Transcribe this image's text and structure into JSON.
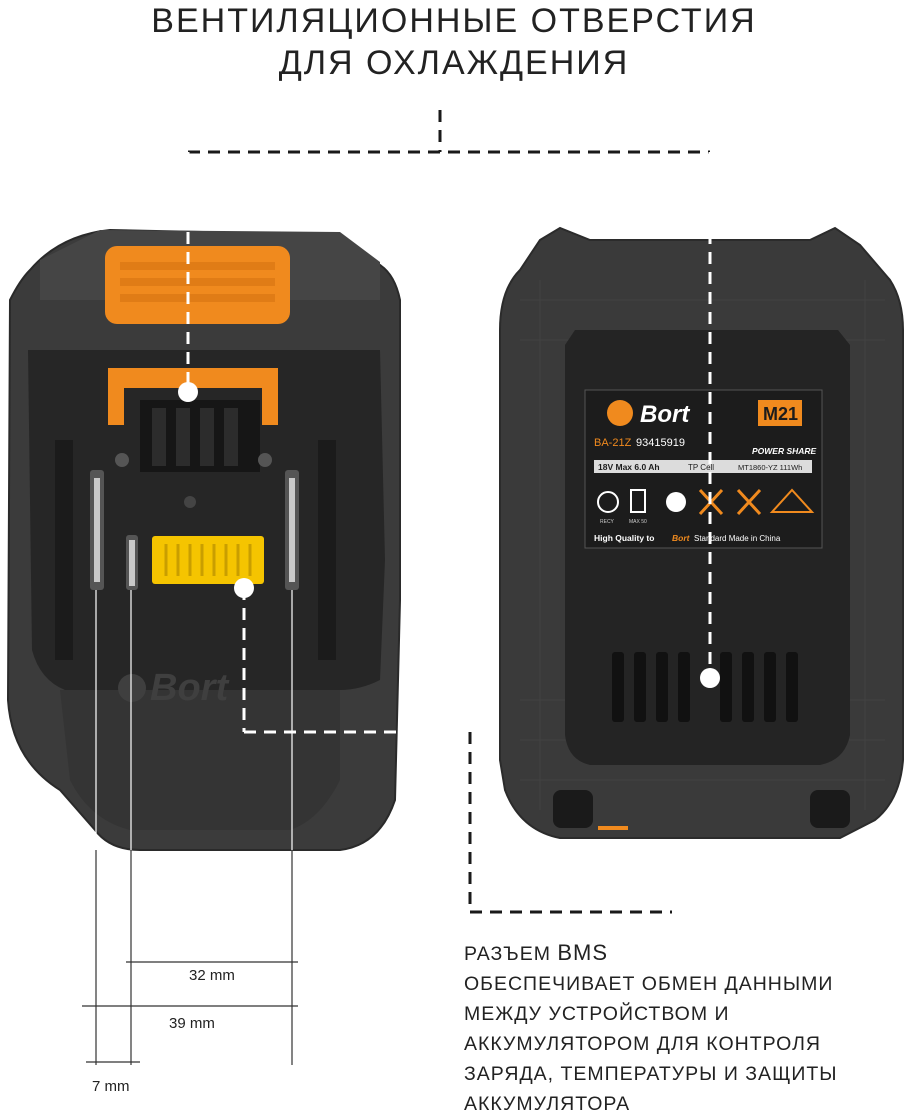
{
  "title": {
    "line1": "ВЕНТИЛЯЦИОННЫЕ ОТВЕРСТИЯ",
    "line2": "ДЛЯ ОХЛАЖДЕНИЯ"
  },
  "dimensions": {
    "d32": "32 mm",
    "d39": "39 mm",
    "d7": "7 mm"
  },
  "bms": {
    "prefix": "РАЗЪЕМ",
    "name": "BMS",
    "lines": [
      "ОБЕСПЕЧИВАЕТ ОБМЕН ДАННЫМИ",
      "МЕЖДУ УСТРОЙСТВОМ И",
      "АККУМУЛЯТОРОМ ДЛЯ КОНТРОЛЯ",
      "ЗАРЯДА, ТЕМПЕРАТУРЫ И ЗАЩИТЫ",
      "АККУМУЛЯТОРА"
    ]
  },
  "battery_label": {
    "brand": "Bort",
    "badge": "M21",
    "model": "BA-21Z",
    "code": "93415919",
    "power_share": "POWER SHARE",
    "spec": "18V Max 6.0 Ah",
    "cell": "TP Cell",
    "rating": "MT1860-YZ 111Wh",
    "recy": "RECY",
    "max50": "MAX 50",
    "footer_prefix": "High Quality to",
    "footer_brand": "Bort",
    "footer_suffix": "Standard Made in China"
  },
  "housing_logo": "Bort",
  "colors": {
    "orange": "#f08a1e",
    "yellow": "#f5c400",
    "body": "#3a3a3a",
    "dark": "#222222"
  }
}
